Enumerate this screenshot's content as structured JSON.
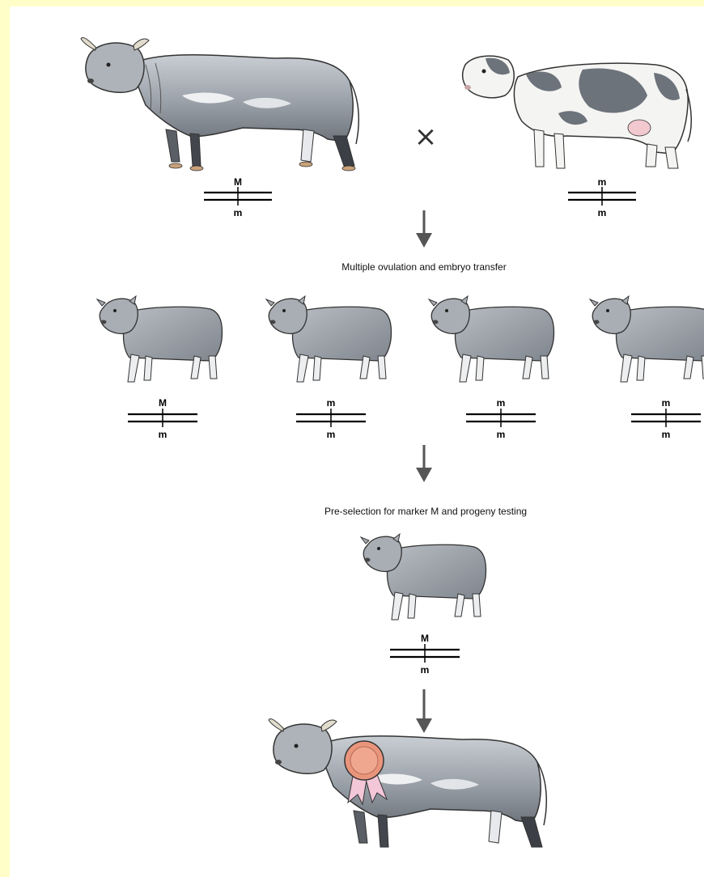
{
  "colors": {
    "background": "#ffffff",
    "border_tint": "#fffec8",
    "cattle_gray": "#9aa0a8",
    "holstein_patch": "#6d737b",
    "arrow": "#555555",
    "rosette": "#e9957c",
    "ribbon": "#f3c6d8"
  },
  "parents": {
    "sire": {
      "allele_top": "M",
      "allele_bottom": "m",
      "icon": "bull-icon"
    },
    "cross_symbol": "×",
    "dam": {
      "allele_top": "m",
      "allele_bottom": "m",
      "icon": "holstein-cow-icon"
    }
  },
  "steps": {
    "step1": "Multiple ovulation and embryo transfer",
    "step2": "Pre-selection for marker M and progeny testing"
  },
  "offspring": [
    {
      "allele_top": "M",
      "allele_bottom": "m",
      "icon": "calf-icon"
    },
    {
      "allele_top": "m",
      "allele_bottom": "m",
      "icon": "calf-icon"
    },
    {
      "allele_top": "m",
      "allele_bottom": "m",
      "icon": "calf-icon"
    },
    {
      "allele_top": "m",
      "allele_bottom": "m",
      "icon": "calf-icon"
    }
  ],
  "selected": {
    "allele_top": "M",
    "allele_bottom": "m",
    "icon": "calf-icon"
  },
  "result": {
    "icon": "prize-bull-icon",
    "award_icon": "rosette-icon"
  }
}
